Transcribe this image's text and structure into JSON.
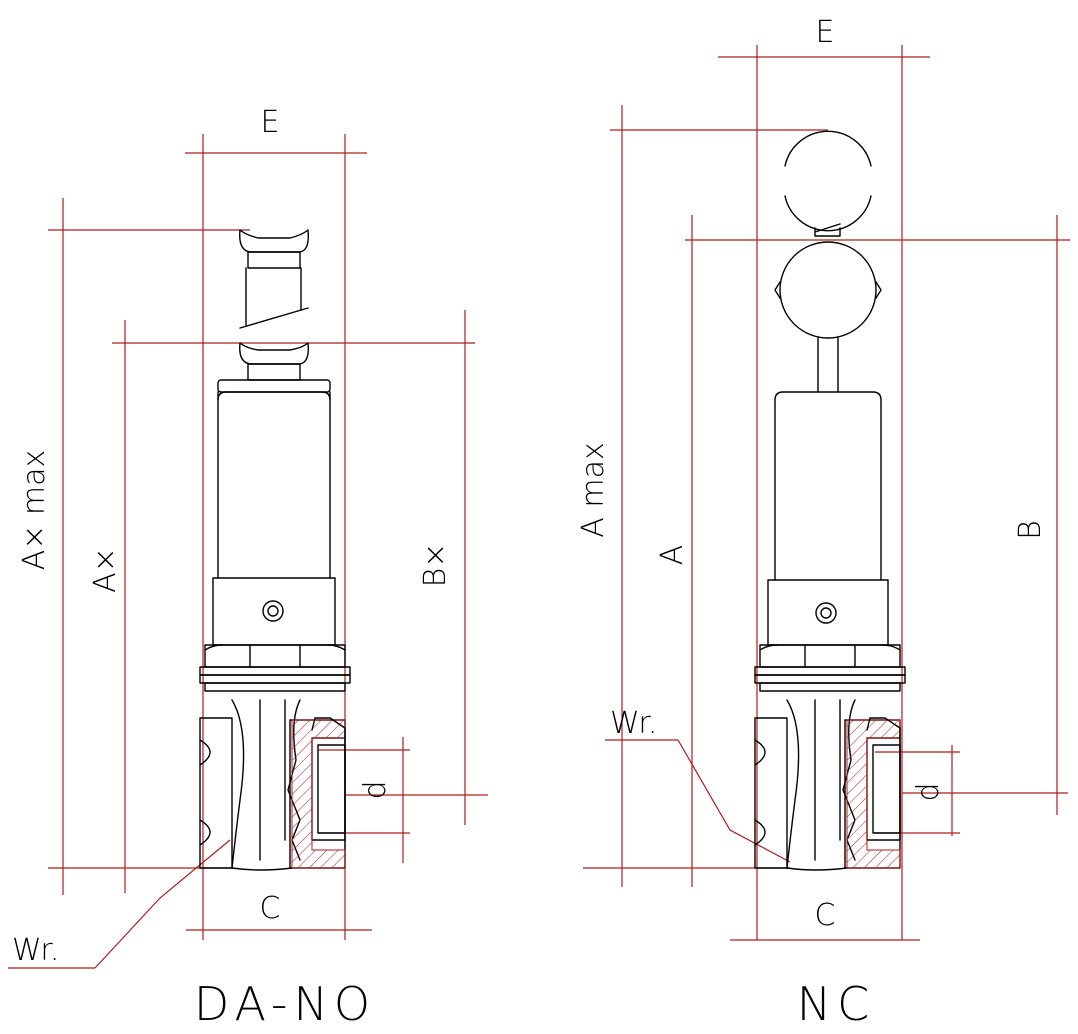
{
  "left": {
    "title": "DA-NO",
    "labels": {
      "E": "E",
      "C": "C",
      "d": "d",
      "A_max": "A× max",
      "A": "A×",
      "B": "B×",
      "Wr": "Wr."
    }
  },
  "right": {
    "title": "NC",
    "labels": {
      "E": "E",
      "C": "C",
      "d": "d",
      "A_max": "A max",
      "A": "A",
      "B": "B",
      "Wr": "Wr."
    }
  },
  "colors": {
    "outline": "#000000",
    "dimension": "#b01c1c"
  }
}
